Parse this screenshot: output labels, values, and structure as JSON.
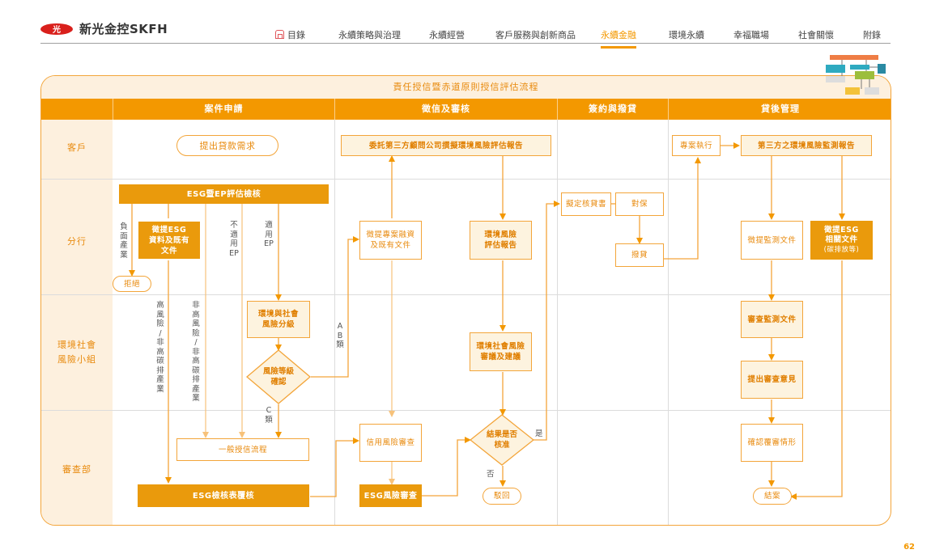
{
  "brand": {
    "logo_mark": "光",
    "name": "新光金控SKFH"
  },
  "nav": {
    "items": [
      {
        "label": "目錄",
        "icon": "home-icon"
      },
      {
        "label": "永續策略與治理"
      },
      {
        "label": "永續經營"
      },
      {
        "label": "客戶服務與創新商品"
      },
      {
        "label": "永續金融",
        "active": true
      },
      {
        "label": "環境永續"
      },
      {
        "label": "幸福職場"
      },
      {
        "label": "社會關懷"
      },
      {
        "label": "附錄"
      }
    ],
    "accent_color": "#f39800"
  },
  "diagram": {
    "title": "責任授信暨赤道原則授信評估流程",
    "phases": [
      "案件申請",
      "徵信及審核",
      "簽約與撥貸",
      "貸後管理"
    ],
    "lanes": [
      "客戶",
      "分行",
      "環境社會\n風險小組",
      "審查部"
    ],
    "nodes": {
      "apply_loan": "提出貸款需求",
      "commission_report": "委託第三方顧問公司撰擬環境風險評估報告",
      "project_execution": "專案執行",
      "third_party_monitor": "第三方之環境風險監測報告",
      "esg_ep_review": "ESG暨EP評估檢核",
      "collect_esg_l1": "徵提ESG",
      "collect_esg_l2": "資料及既有",
      "collect_esg_l3": "文件",
      "reject": "拒絕",
      "collect_project_l1": "徵提專案融資",
      "collect_project_l2": "及既有文件",
      "env_risk_report_l1": "環境風險",
      "env_risk_report_l2": "評估報告",
      "draft_approval": "擬定核貸書",
      "collateral": "對保",
      "disbursement": "撥貸",
      "collect_monitor_docs": "徵提監測文件",
      "collect_esg_docs_l1": "徵提ESG",
      "collect_esg_docs_l2": "相關文件",
      "collect_esg_docs_l3": "(碳排放等)",
      "risk_grading_l1": "環境與社會",
      "risk_grading_l2": "風險分級",
      "risk_level_confirm_l1": "風險等級",
      "risk_level_confirm_l2": "確認",
      "review_advice_l1": "環境社會風險",
      "review_advice_l2": "審議及建議",
      "review_monitor_docs": "審查監測文件",
      "submit_opinion": "提出審查意見",
      "general_credit": "一般授信流程",
      "credit_risk_review": "信用風險審查",
      "approved_l1": "結果是否",
      "approved_l2": "核准",
      "esg_checklist": "ESG檢核表覆核",
      "esg_risk_review": "ESG風險審查",
      "return": "駁回",
      "confirm_review": "確認覆審情形",
      "close_case": "結案"
    },
    "edge_labels": {
      "negative_industry": "負面產業",
      "not_applicable_ep": "不適用EP",
      "applicable_ep": "適用EP",
      "high_risk": "高風險/非高碳排產業",
      "non_high_risk": "非高風險/非高碳排產業",
      "ab_class": "AB類",
      "c_class": "C類",
      "yes": "是",
      "no": "否"
    }
  },
  "page_number": "62"
}
